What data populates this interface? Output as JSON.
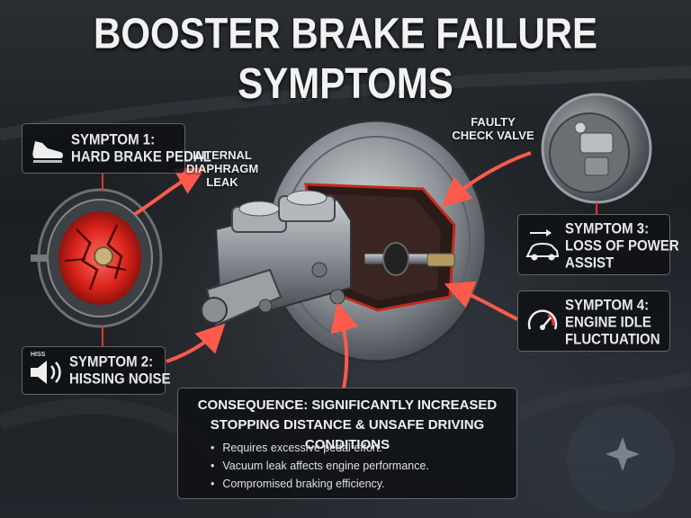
{
  "title": "BOOSTER BRAKE FAILURE SYMPTOMS",
  "symptoms": [
    {
      "line1": "SYMPTOM 1:",
      "line2": "HARD BRAKE PEDAL",
      "icon": "shoe-pedal-icon"
    },
    {
      "line1": "SYMPTOM 2:",
      "line2": "HISSING NOISE",
      "icon": "speaker-icon",
      "icon_text": "HISS"
    },
    {
      "line1": "SYMPTOM 3:",
      "line2": "LOSS OF POWER",
      "line3": "ASSIST",
      "icon": "car-arrow-icon"
    },
    {
      "line1": "SYMPTOM 4:",
      "line2": "ENGINE IDLE",
      "line3": "FLUCTUATION",
      "icon": "gauge-icon"
    }
  ],
  "labels": {
    "diaphragm": [
      "INTERNAL",
      "DIAPHRAGM",
      "LEAK"
    ],
    "check_valve": [
      "FAULTY",
      "CHECK VALVE"
    ]
  },
  "consequence": {
    "line1": "CONSEQUENCE: SIGNIFICANTLY INCREASED",
    "line2": "STOPPING DISTANCE & UNSAFE DRIVING CONDITIONS",
    "bullets": [
      "Requires excessive pedal effort.",
      "Vacuum leak affects engine performance.",
      "Compromised braking efficiency."
    ]
  },
  "colors": {
    "accent": "#e0362b",
    "panel": "#0f1114",
    "text": "#e8e8e8"
  }
}
